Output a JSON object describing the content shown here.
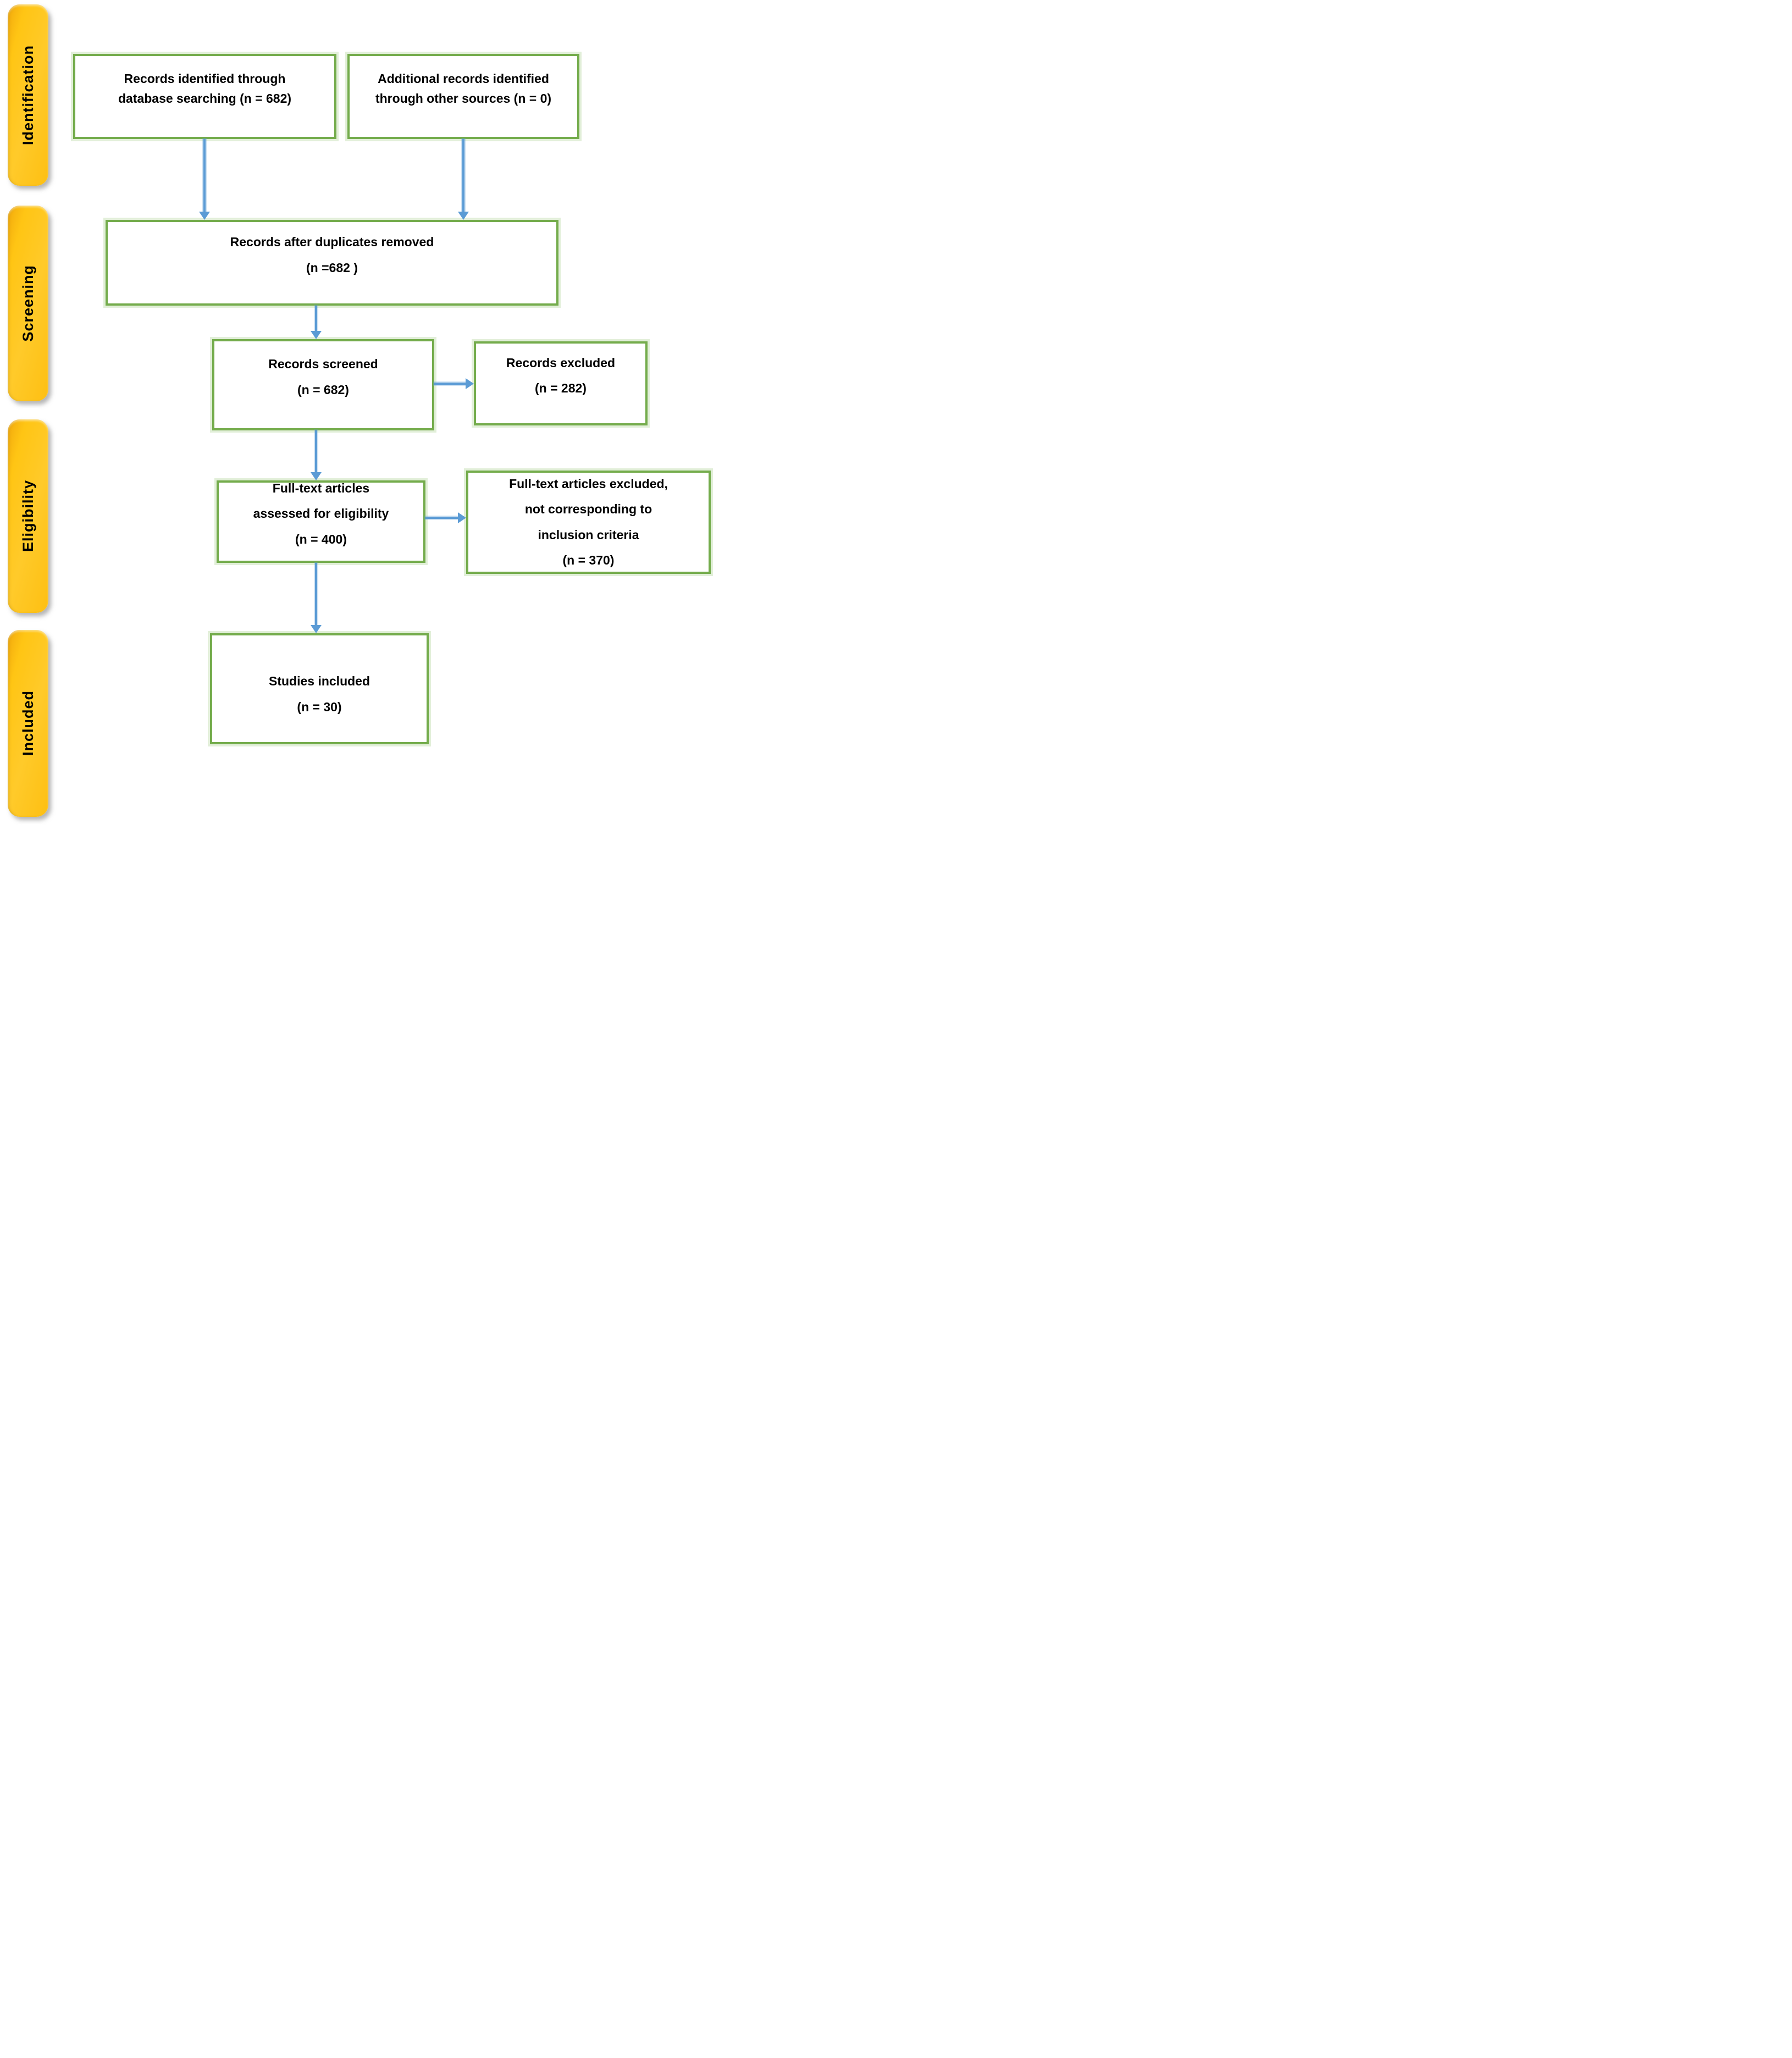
{
  "stages": [
    {
      "label": "Identification"
    },
    {
      "label": "Screening"
    },
    {
      "label": "Eligibility"
    },
    {
      "label": "Included"
    }
  ],
  "boxes": {
    "records_identified": {
      "lines": [
        "Records identified through",
        "database searching (n = 682)"
      ]
    },
    "additional_records": {
      "lines": [
        "Additional records identified",
        "through other sources (n = 0)"
      ]
    },
    "duplicates_removed": {
      "lines": [
        "Records after duplicates removed",
        "(n =682 )"
      ]
    },
    "records_screened": {
      "lines": [
        "Records screened",
        "(n = 682)"
      ]
    },
    "records_excluded": {
      "lines": [
        "Records excluded",
        "(n = 282)"
      ]
    },
    "fulltext_assessed": {
      "lines": [
        "Full-text articles",
        "assessed for eligibility",
        "(n = 400)"
      ]
    },
    "fulltext_excluded": {
      "lines": [
        "Full-text articles excluded,",
        "not corresponding to",
        "inclusion criteria",
        "(n = 370)"
      ]
    },
    "studies_included": {
      "lines": [
        "Studies included",
        "(n = 30)"
      ]
    }
  },
  "colors": {
    "arrow": "#5B9BD5",
    "box_border": "#74AC4C",
    "box_halo": "#E2EFD9",
    "stage_fill_top": "#FFCA2A",
    "stage_fill_bottom": "#F2A90D",
    "text": "#000000",
    "background": "#FFFFFF"
  }
}
